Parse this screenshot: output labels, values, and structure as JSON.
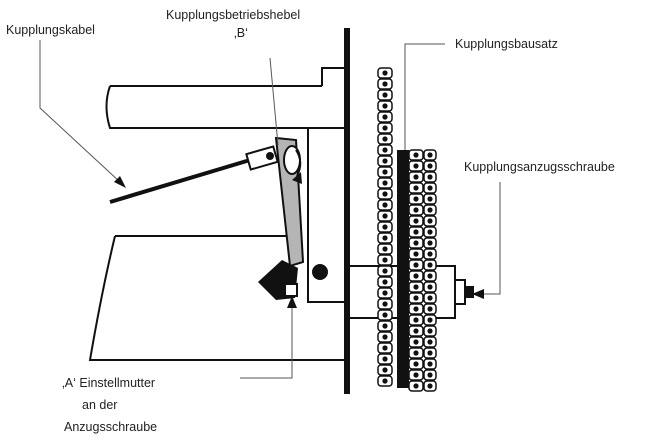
{
  "labels": {
    "clutch_cable": "Kupplungskabel",
    "operating_lever_line1": "Kupplungsbetriebshebel",
    "operating_lever_line2": "‚B‘",
    "clutch_assembly": "Kupplungsbausatz",
    "pull_screw": "Kupplungsanzugsschraube",
    "adjusting_nut_line1": "‚A‘ Einstellmutter",
    "adjusting_nut_line2": "an der",
    "adjusting_nut_line3": "Anzugsschraube"
  },
  "colors": {
    "line": "#111111",
    "leader": "#555555",
    "fill_dark": "#111111",
    "fill_grey": "#b5b5b5",
    "background": "#ffffff"
  }
}
